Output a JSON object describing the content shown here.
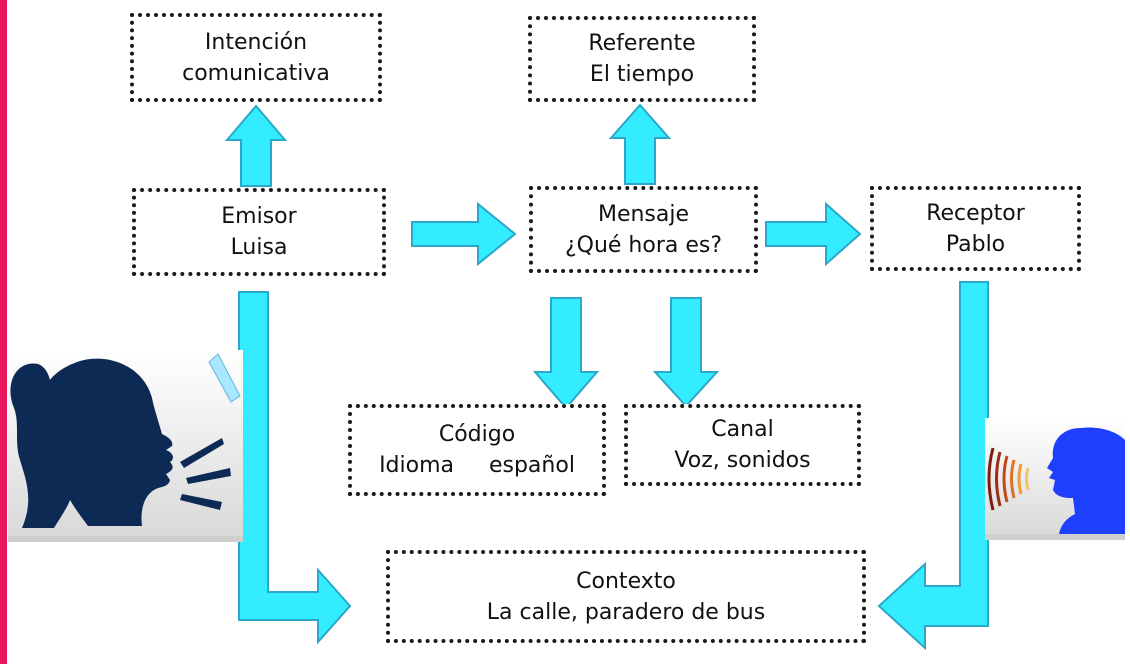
{
  "nodes": {
    "intencion": {
      "line1": "Intención",
      "line2": "comunicativa"
    },
    "referente": {
      "line1": "Referente",
      "line2": "El tiempo"
    },
    "emisor": {
      "line1": "Emisor",
      "line2": "Luisa"
    },
    "mensaje": {
      "line1": "Mensaje",
      "line2": "¿Qué hora es?"
    },
    "receptor": {
      "line1": "Receptor",
      "line2": "Pablo"
    },
    "codigo": {
      "line1": "Código",
      "line2": "Idioma     español"
    },
    "canal": {
      "line1": "Canal",
      "line2": "Voz, sonidos"
    },
    "contexto": {
      "line1": "Contexto",
      "line2": "La calle, paradero de bus"
    }
  },
  "colors": {
    "arrow_fill": "#33ecff",
    "arrow_stroke": "#2aa7c9",
    "emisor_silhouette": "#0d2a55",
    "receptor_silhouette": "#1f3fff",
    "left_rule": "#e8175d"
  },
  "icons": {
    "emisor": "woman-speaking-icon",
    "receptor": "man-listening-icon"
  }
}
